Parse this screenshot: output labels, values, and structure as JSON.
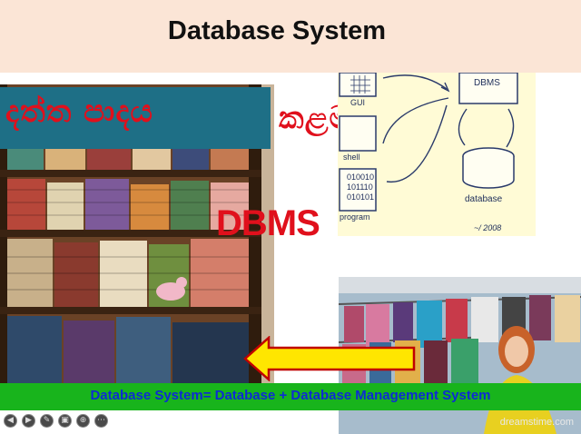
{
  "slide": {
    "title": "Database System",
    "sinhala_left": "දත්ත පාදය",
    "sinhala_right": "කළමනාකරණය",
    "dbms_label": "DBMS",
    "footer_equation": "Database System= Database + Database Management System",
    "watermark": "dreamstime.com"
  },
  "diagram": {
    "gui_label": "GUI",
    "shell_label": "shell",
    "program_label": "program",
    "dbms_label": "DBMS",
    "database_label": "database",
    "binary_lines": [
      "010010",
      "101110",
      "010101"
    ],
    "signature": "~/ 2008"
  },
  "toolbar": {
    "buttons": [
      "prev-icon",
      "next-icon",
      "pen-icon",
      "slides-icon",
      "zoom-icon",
      "more-icon"
    ],
    "glyphs": [
      "◀",
      "▶",
      "✎",
      "▣",
      "⊕",
      "⋯"
    ]
  },
  "colors": {
    "title_banner": "#fbe5d6",
    "accent_red": "#e0101c",
    "teal": "#1e6f86",
    "footer_green": "#18b41c",
    "footer_text": "#0d2bd4",
    "arrow_fill": "#ffe600",
    "arrow_stroke": "#c00000"
  }
}
